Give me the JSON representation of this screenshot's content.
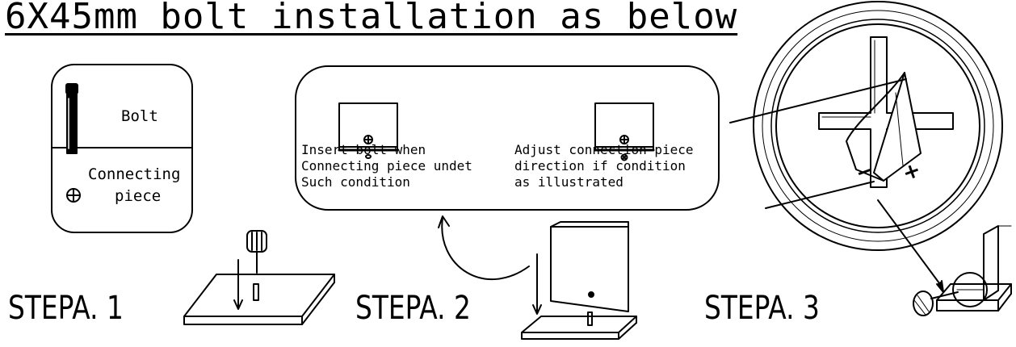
{
  "title": "6X45mm bolt installation as below",
  "legend": {
    "bolt_label": "Bolt",
    "connecting_label_1": "Connecting",
    "connecting_label_2": "piece"
  },
  "panel": {
    "left_text": [
      "Insert bolt when",
      "Connecting piece undet",
      "Such condition"
    ],
    "right_text": [
      "Adjust connection piece",
      "direction if condition",
      "as illustrated"
    ]
  },
  "steps": [
    "STEPA. 1",
    "STEPA. 2",
    "STEPA. 3"
  ],
  "magnifier": {
    "minus": "−",
    "plus": "+"
  }
}
